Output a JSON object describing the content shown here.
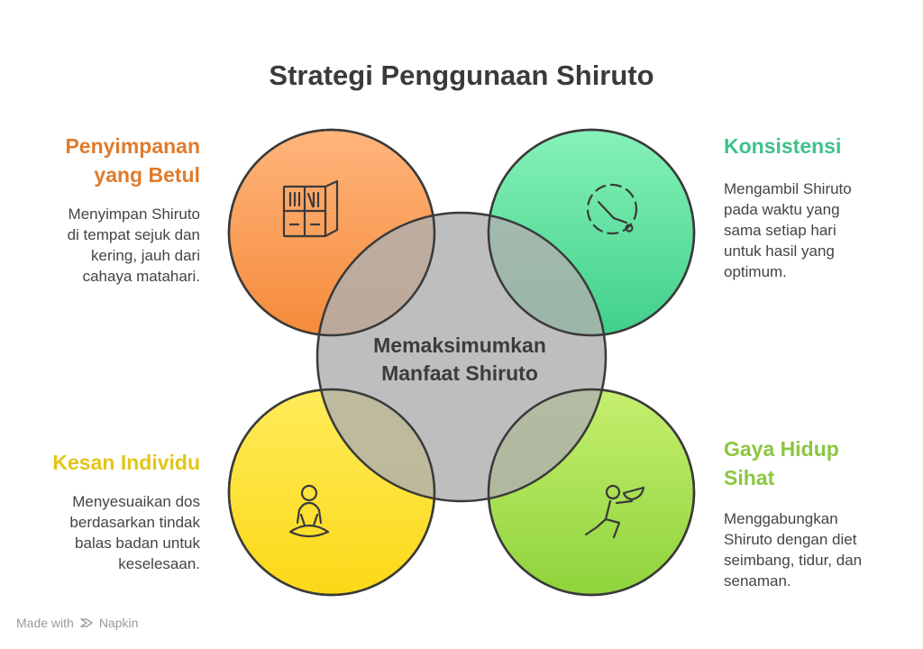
{
  "title": "Strategi Penggunaan Shiruto",
  "center": {
    "line1": "Memaksimumkan",
    "line2": "Manfaat Shiruto"
  },
  "items": {
    "top_left": {
      "heading_line1": "Penyimpanan",
      "heading_line2": "yang Betul",
      "desc": [
        "Menyimpan Shiruto",
        "di tempat sejuk dan",
        "kering, jauh dari",
        "cahaya matahari."
      ],
      "color": "#e07b2c",
      "icon": "storage-cabinet-icon"
    },
    "top_right": {
      "heading": "Konsistensi",
      "desc": [
        "Mengambil Shiruto",
        "pada waktu yang",
        "sama setiap hari",
        "untuk hasil yang",
        "optimum."
      ],
      "color": "#3fc28a",
      "icon": "clock-timer-icon"
    },
    "bottom_left": {
      "heading": "Kesan Individu",
      "desc": [
        "Menyesuaikan dos",
        "berdasarkan tindak",
        "balas badan untuk",
        "keselesaan."
      ],
      "color": "#e3c51a",
      "icon": "meditation-person-icon"
    },
    "bottom_right": {
      "heading_line1": "Gaya Hidup",
      "heading_line2": "Sihat",
      "desc": [
        "Menggabungkan",
        "Shiruto dengan diet",
        "seimbang, tidur, dan",
        "senaman."
      ],
      "color": "#8cc63f",
      "icon": "kneeling-offering-icon"
    }
  },
  "footer": {
    "made_with": "Made with",
    "brand": "Napkin"
  }
}
